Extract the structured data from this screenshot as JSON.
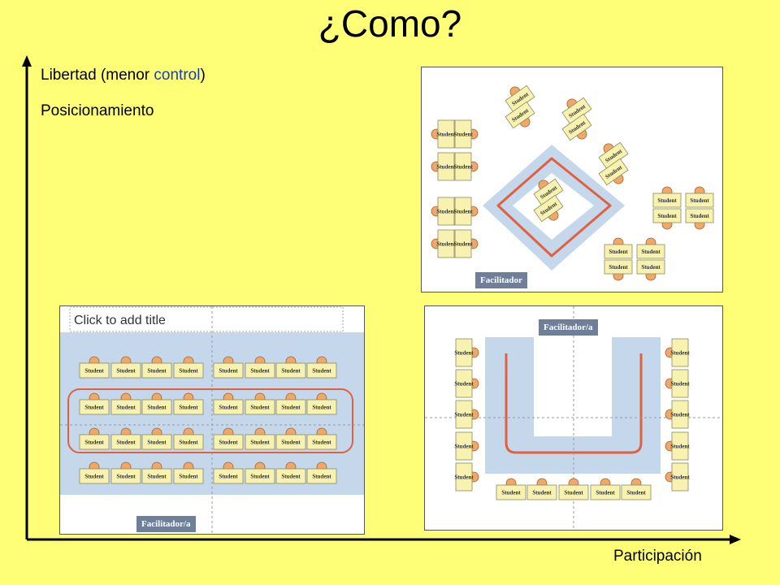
{
  "title": "¿Como?",
  "y_label_prefix": "Libertad (menor ",
  "y_label_highlight": "control",
  "y_label_suffix": ")",
  "y_label_2": "Posicionamiento",
  "x_label": "Participación",
  "panels": {
    "top_right": {
      "facilitator": "Facilitador",
      "desk_label": "Student"
    },
    "bottom_left": {
      "placeholder_title": "Click to add title",
      "facilitator": "Facilitador/a",
      "desk_label": "Student"
    },
    "bottom_right": {
      "facilitator": "Facilitador/a",
      "desk_label": "Student"
    }
  },
  "colors": {
    "background": "#ffff77",
    "highlight": "#1a3fb0",
    "zone": "#c5d7ea",
    "loop": "#e06040",
    "desk": "#f7f2b0",
    "chair": "#f0a868"
  }
}
